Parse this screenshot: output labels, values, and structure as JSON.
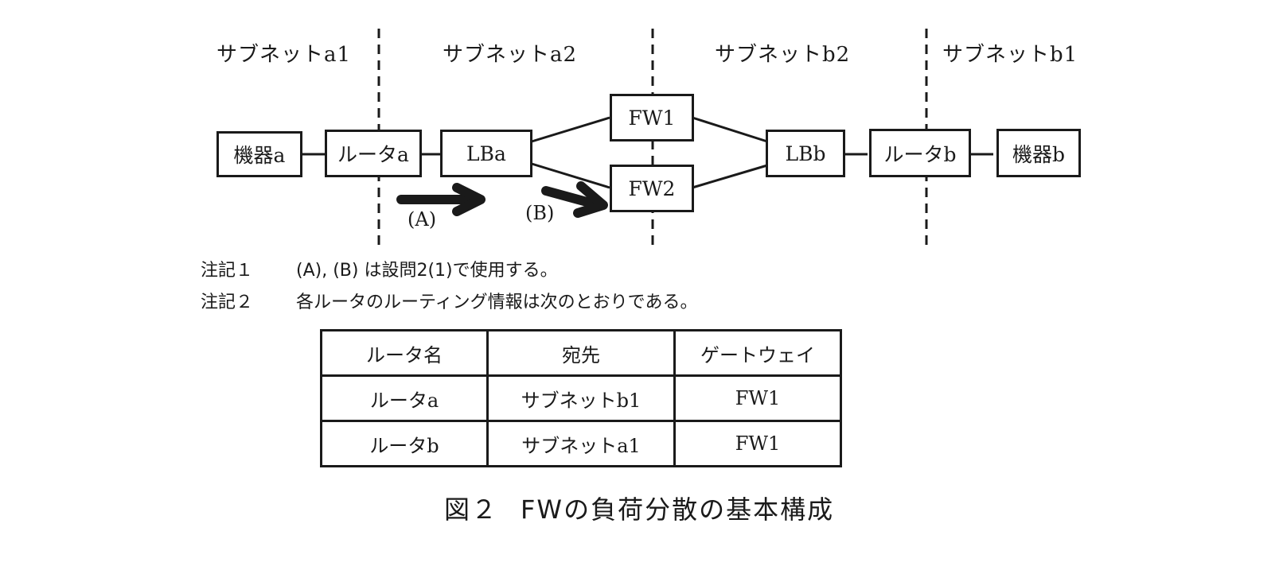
{
  "subnets": [
    {
      "label": "サブネットa1"
    },
    {
      "label": "サブネットa2"
    },
    {
      "label": "サブネットb2"
    },
    {
      "label": "サブネットb1"
    }
  ],
  "nodes": {
    "device_a": "機器a",
    "router_a": "ルータa",
    "lb_a": "LBa",
    "fw1": "FW1",
    "fw2": "FW2",
    "lb_b": "LBb",
    "router_b": "ルータb",
    "device_b": "機器b"
  },
  "arrows": {
    "a": "(A)",
    "b": "(B)"
  },
  "notes": [
    {
      "label": "注記１",
      "text": "(A), (B) は設問2(1)で使用する。"
    },
    {
      "label": "注記２",
      "text": "各ルータのルーティング情報は次のとおりである。"
    }
  ],
  "routing_table": {
    "headers": [
      "ルータ名",
      "宛先",
      "ゲートウェイ"
    ],
    "rows": [
      [
        "ルータa",
        "サブネットb1",
        "FW1"
      ],
      [
        "ルータb",
        "サブネットa1",
        "FW1"
      ]
    ]
  },
  "caption": {
    "figure": "図２",
    "title": "FWの負荷分散の基本構成"
  }
}
